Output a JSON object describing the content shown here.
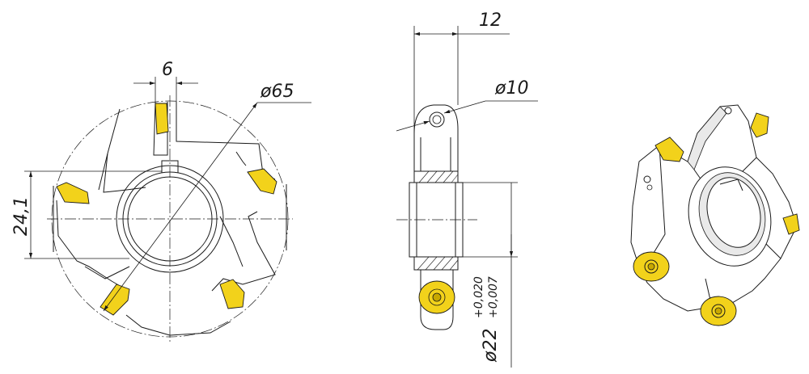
{
  "dimensions": {
    "slot_width": "6",
    "outer_diameter": "ø65",
    "keyway_height": "24,1",
    "thickness": "12",
    "pin_diameter": "ø10",
    "bore_diameter": "ø22",
    "bore_tol_upper": "+0,020",
    "bore_tol_lower": "+0,007"
  },
  "colors": {
    "insert": "#f2d21b",
    "line": "#1a1a1a",
    "background": "#ffffff"
  }
}
